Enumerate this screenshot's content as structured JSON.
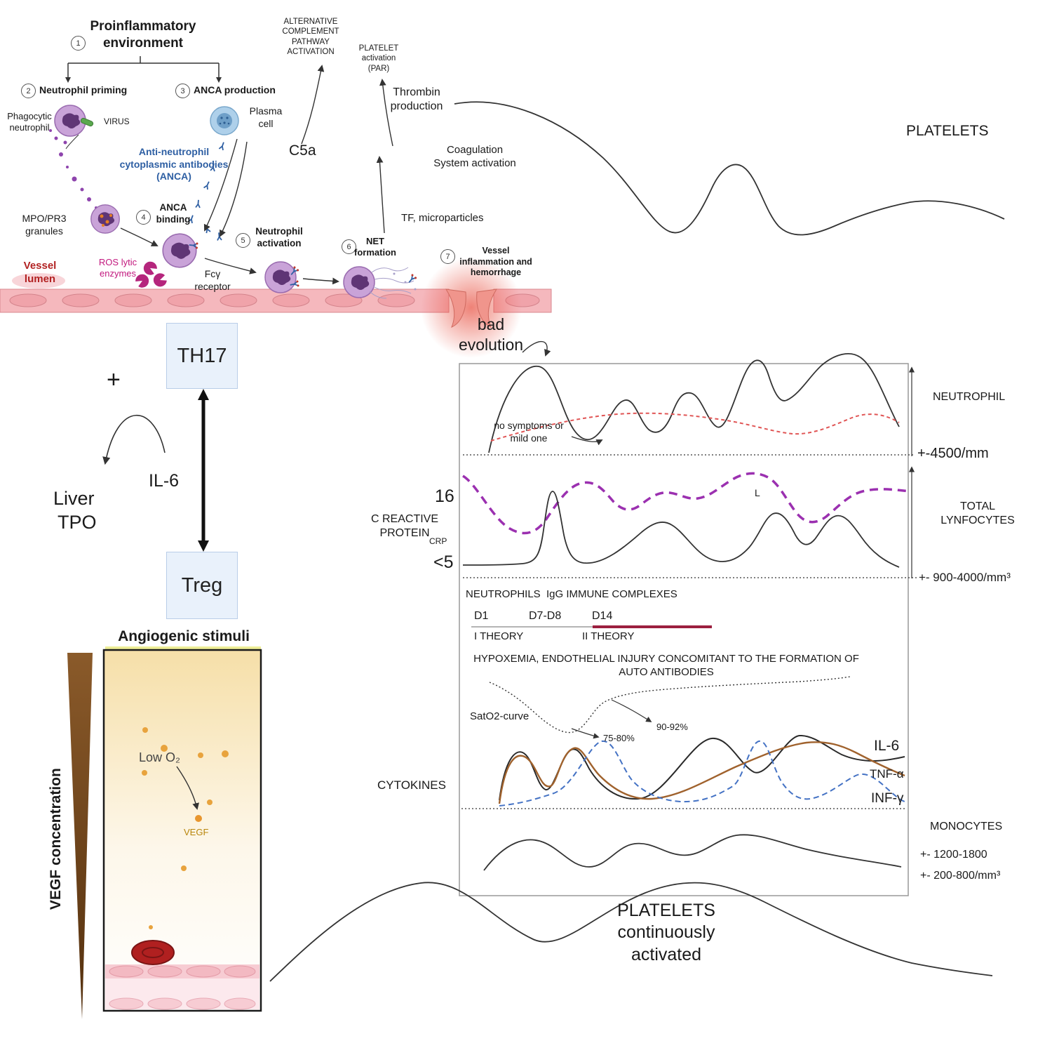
{
  "steps": {
    "n1": "1",
    "n2": "2",
    "n3": "3",
    "n4": "4",
    "n5": "5",
    "n6": "6",
    "n7": "7"
  },
  "pathway": {
    "title": "Proinflammatory\nenvironment",
    "neutrophil_priming": "Neutrophil priming",
    "phagocytic_neutrophil": "Phagocytic\nneutrophil",
    "virus": "VIRUS",
    "anca_production": "ANCA production",
    "plasma_cell": "Plasma\ncell",
    "anca_antibodies": "Anti-neutrophil\ncytoplasmic antibodies\n(ANCA)",
    "mpo_granules": "MPO/PR3\ngranules",
    "anca_binding": "ANCA\nbinding",
    "ros": "ROS lytic\nenzymes",
    "fcy_receptor": "Fcγ\nreceptor",
    "neutrophil_activation": "Neutrophil\nactivation",
    "net_formation": "NET\nformation",
    "vessel_inflammation": "Vessel\ninflammation and\nhemorrhage",
    "vessel_lumen": "Vessel\nlumen",
    "c5a": "C5a",
    "alt_complement": "ALTERNATIVE\nCOMPLEMENT\nPATHWAY\nACTIVATION",
    "platelet_activation": "PLATELET\nactivation\n(PAR)",
    "thrombin": "Thrombin\nproduction",
    "coagulation": "Coagulation\nSystem activation",
    "tf_microparticles": "TF, microparticles",
    "platelets": "PLATELETS",
    "bad_evolution": "bad\nevolution"
  },
  "left": {
    "th17": "TH17",
    "plus": "+",
    "il6": "IL-6",
    "liver": "Liver",
    "tpo": "TPO",
    "treg": "Treg",
    "angiogenic": "Angiogenic stimuli",
    "vegf_concentration": "VEGF concentration",
    "low_o2": "Low O₂",
    "vegf": "VEGF"
  },
  "chart": {
    "neutrophil": "NEUTROPHIL",
    "neutrophil_range": "+-4500/mm",
    "no_symptoms": "no symptoms or\nmild one",
    "crp_high": "16",
    "crp_protein": "C REACTIVE\nPROTEIN",
    "crp": "CRP",
    "crp_low": "<5",
    "l_marker": "L",
    "lymphocytes": "TOTAL\nLYNFOCYTES",
    "lymph_range": "+- 900-4000/mm³",
    "neutrophils_igg": "NEUTROPHILS  IgG IMMUNE COMPLEXES",
    "d1": "D1",
    "d7d8": "D7-D8",
    "d14": "D14",
    "theory1": "I THEORY",
    "theory2": "II THEORY",
    "hypoxemia": "HYPOXEMIA, ENDOTHELIAL INJURY CONCOMITANT TO THE FORMATION OF\nAUTO ANTIBODIES",
    "sato2": "SatO2-curve",
    "sat_75": "75-80%",
    "sat_90": "90-92%",
    "cytokines": "CYTOKINES",
    "il6": "IL-6",
    "tnf": "TNF-α",
    "inf": "INF-γ",
    "monocytes": "MONOCYTES",
    "mono_range1": "+- 1200-1800",
    "mono_range2": "+- 200-800/mm³",
    "platelets_bottom": "PLATELETS\ncontinuously\nactivated"
  },
  "colors": {
    "anca_blue": "#2e5fa3",
    "ros_magenta": "#c2187e",
    "vessel_red": "#b22222",
    "lymphocyte_purple": "#9b30b0",
    "mild_curve_red": "#e05555",
    "tnf_brown": "#a0622d",
    "inf_blue": "#4472c4",
    "theory_line": "#9c1f3f",
    "vegf_brown": "#7a4a1f"
  }
}
